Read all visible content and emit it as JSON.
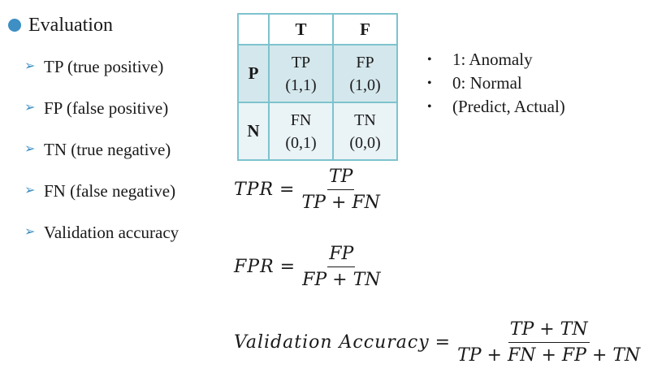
{
  "colors": {
    "bullet": "#3d8fc4",
    "matrix_border": "#7dc3cd",
    "matrix_row_p": "#d4e7ec",
    "matrix_row_n": "#eaf3f6"
  },
  "evaluation": {
    "heading": "Evaluation",
    "items": [
      "TP (true positive)",
      "FP (false positive)",
      "TN (true negative)",
      "FN (false negative)",
      "Validation accuracy"
    ]
  },
  "matrix": {
    "col_headers": [
      "T",
      "F"
    ],
    "rows": [
      {
        "header": "P",
        "cells": [
          {
            "label": "TP",
            "code": "(1,1)"
          },
          {
            "label": "FP",
            "code": "(1,0)"
          }
        ]
      },
      {
        "header": "N",
        "cells": [
          {
            "label": "FN",
            "code": "(0,1)"
          },
          {
            "label": "TN",
            "code": "(0,0)"
          }
        ]
      }
    ]
  },
  "legend": [
    "1: Anomaly",
    "0: Normal",
    "(Predict, Actual)"
  ],
  "formulas": {
    "tpr": {
      "lhs": "TPR",
      "num": "TP",
      "den": "TP + FN"
    },
    "fpr": {
      "lhs": "FPR",
      "num": "FP",
      "den": "FP + TN"
    },
    "acc": {
      "lhs": "Validation Accuracy",
      "num": "TP + TN",
      "den": "TP + FN + FP + TN"
    }
  }
}
